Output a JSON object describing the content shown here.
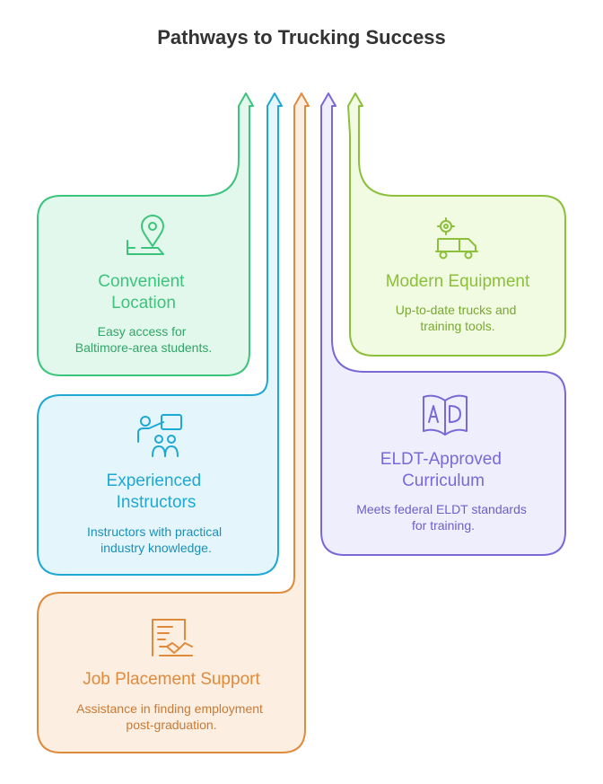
{
  "title": "Pathways to Trucking Success",
  "cards": {
    "location": {
      "title_lines": [
        "Convenient",
        "Location"
      ],
      "desc_lines": [
        "Easy access for",
        "Baltimore-area students."
      ],
      "color": "#3cc47c",
      "fill": "#e2f8ec",
      "icon": "map-pin-icon"
    },
    "instructors": {
      "title_lines": [
        "Experienced",
        "Instructors"
      ],
      "desc_lines": [
        "Instructors with practical",
        "industry knowledge."
      ],
      "color": "#1ea8d4",
      "fill": "#e4f5fc",
      "icon": "teacher-icon"
    },
    "job": {
      "title_lines": [
        "Job Placement Support"
      ],
      "desc_lines": [
        "Assistance in finding employment",
        "post-graduation."
      ],
      "color": "#e08a3c",
      "fill": "#fdeee2",
      "icon": "contract-handshake-icon"
    },
    "equipment": {
      "title_lines": [
        "Modern Equipment"
      ],
      "desc_lines": [
        "Up-to-date trucks and",
        "training tools."
      ],
      "color": "#8cbf3a",
      "fill": "#f1fbe2",
      "icon": "truck-gear-icon"
    },
    "curriculum": {
      "title_lines": [
        "ELDT-Approved",
        "Curriculum"
      ],
      "desc_lines": [
        "Meets federal ELDT standards",
        "for training."
      ],
      "color": "#7b68d8",
      "fill": "#efeefc",
      "icon": "book-icon"
    }
  }
}
